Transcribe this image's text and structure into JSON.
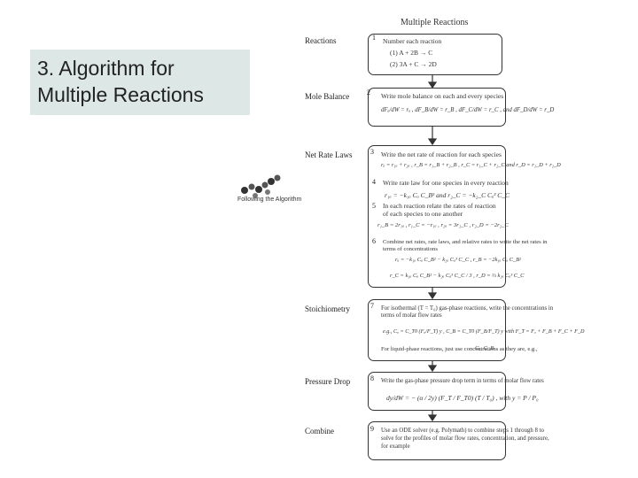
{
  "slide": {
    "title": "3. Algorithm for Multiple Reactions"
  },
  "logo": {
    "caption": "Following the Algorithm",
    "icon": "molecule-icon"
  },
  "flowchart": {
    "title": "Multiple Reactions",
    "steps": [
      {
        "label": "Reactions",
        "number": "1",
        "lines": [
          "Number each reaction",
          "(1)    A + 2B → C",
          "(2)    3A + C → 2D"
        ]
      },
      {
        "label": "Mole Balance",
        "number": "2",
        "lines": [
          "Write mole balance on each and every species",
          "dFₐ/dW = rₐ ,   dF_B/dW = r_B ,   dF_C/dW = r_C ,  and  dF_D/dW = r_D"
        ]
      },
      {
        "label": "Net Rate Laws",
        "number": "3",
        "lines": [
          "Write the net rate of reaction for each species",
          "rₐ = r₁ₐ + r₂ₐ ,  r_B = r₁_B + r₂_B ,  r_C = r₁_C + r₂_C  and  r_D = r₁_D + r₂_D"
        ]
      },
      {
        "label": "",
        "number": "4",
        "lines": [
          "Write rate law for one species in every reaction",
          "r₁ₐ = −k₁ₐ Cₐ C_B²   and   r₂_C = −k₂_C Cₐ³ C_C"
        ]
      },
      {
        "label": "",
        "number": "5",
        "lines": [
          "In each reaction relate the rates of reaction of each species to one another",
          "r₁_B = 2r₁ₐ ,  r₁_C = −r₁ₐ ,  r₂ₐ = 3r₂_C ,  r₂_D = −2r₂_C"
        ]
      },
      {
        "label": "",
        "number": "6",
        "lines": [
          "Combine net rates, rate laws, and relative rates to write the net rates in",
          "terms of concentrations",
          "rₐ = −k₁ₐ Cₐ C_B² − k₂ₐ Cₐ³ C_C ,   r_B = −2k₁ₐ Cₐ C_B²",
          "r_C = k₁ₐ Cₐ C_B² − k₂ₐ Cₐ³ C_C / 3 ,   r_D = ⅔ k₂ₐ Cₐ³ C_C"
        ]
      },
      {
        "label": "Stoichiometry",
        "number": "7",
        "lines": [
          "For isothermal (T = T₀) gas-phase reactions, write the concentrations in",
          "terms of molar flow rates",
          "e.g.,  Cₐ = C_T0 (Fₐ/F_T) y ,  C_B = C_T0 (F_B/F_T) y   with  F_T = Fₐ + F_B + F_C + F_D",
          "For liquid-phase reactions, just use concentrations as they are, e.g.,",
          "Cₐ, C_B"
        ]
      },
      {
        "label": "Pressure Drop",
        "number": "8",
        "lines": [
          "Write the gas-phase pressure drop term in terms of molar flow rates",
          "dy/dW = − (α / 2y) (F_T / F_T0) (T / T₀) ,   with  y = P / P₀"
        ]
      },
      {
        "label": "Combine",
        "number": "9",
        "lines": [
          "Use an ODE solver (e.g. Polymath) to combine steps 1 through 8 to",
          "solve for the profiles of molar flow rates, concentration, and pressure,",
          "for example"
        ]
      }
    ]
  }
}
